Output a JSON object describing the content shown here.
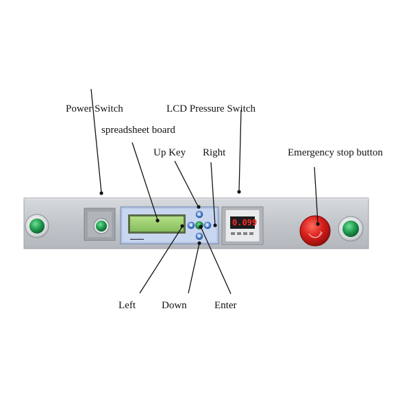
{
  "labels": {
    "power_switch": "Power Switch",
    "lcd_pressure_switch": "LCD Pressure Switch",
    "spreadsheet_board": "spreadsheet board",
    "up_key": "Up Key",
    "right": "Right",
    "emergency_stop": "Emergency stop button",
    "left": "Left",
    "down": "Down",
    "enter": "Enter"
  },
  "panel": {
    "pressure_readout": "0.099"
  },
  "colors": {
    "panel": "#c4c8cd",
    "lcd_screen": "#9ccf70",
    "indicator_green": "#1f9a4c",
    "emergency_red": "#d9201c",
    "key_blue": "#4f86d6"
  }
}
